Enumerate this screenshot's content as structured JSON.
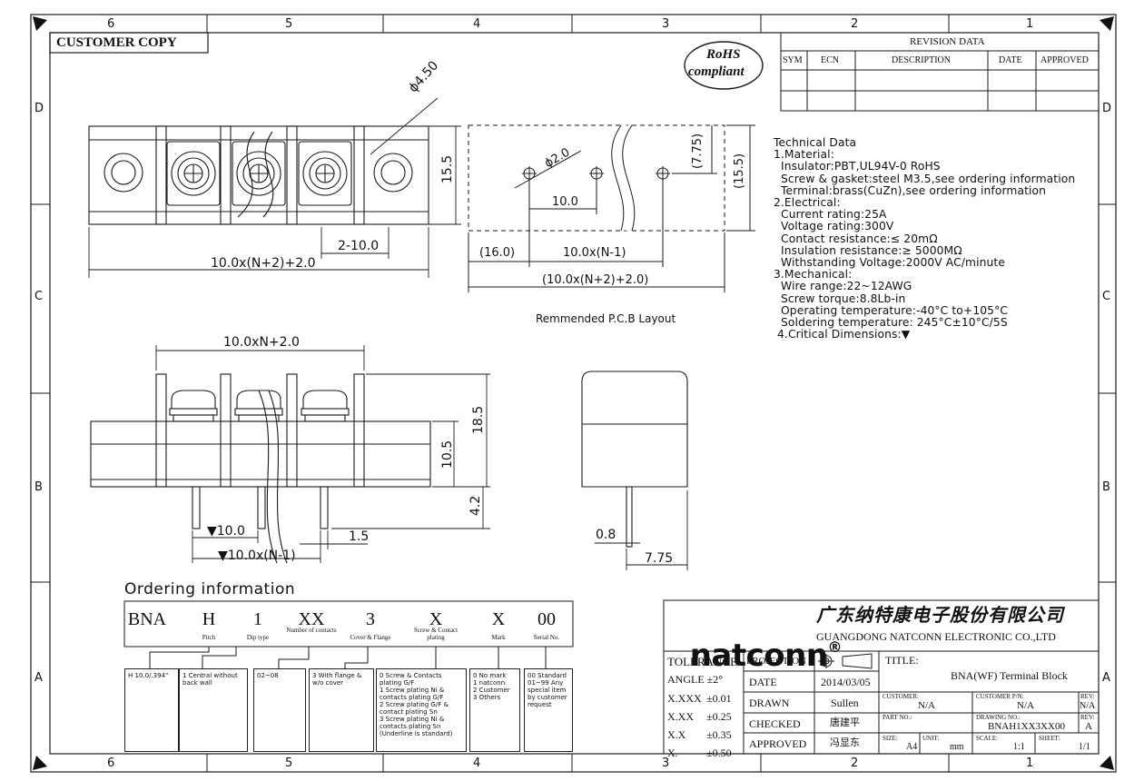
{
  "border": {
    "cols_top": [
      "6",
      "5",
      "4",
      "3",
      "2",
      "1"
    ],
    "cols_bottom": [
      "6",
      "5",
      "4",
      "3",
      "2",
      "1"
    ],
    "rows": [
      "D",
      "C",
      "B",
      "A"
    ]
  },
  "customer_copy": "CUSTOMER COPY",
  "rohs": {
    "line1": "RoHS",
    "line2": "compliant"
  },
  "revision": {
    "title": "REVISION DATA",
    "headers": [
      "SYM",
      "ECN",
      "DESCRIPTION",
      "DATE",
      "APPROVED"
    ]
  },
  "top_view": {
    "dia": "ϕ4.50",
    "width": "15.5",
    "pitch": "2-10.0",
    "total": "10.0x(N+2)+2.0"
  },
  "pcb": {
    "hole_dia": "ϕ2.0",
    "h1": "(7.75)",
    "h2": "(15.5)",
    "pitch": "10.0",
    "left": "(16.0)",
    "mid": "10.0x(N-1)",
    "total": "(10.0x(N+2)+2.0)",
    "caption": "Remmended P.C.B Layout"
  },
  "front_view": {
    "top": "10.0xN+2.0",
    "h1": "18.5",
    "h2": "10.5",
    "h3": "4.2",
    "pitch": "▼10.0",
    "pin": "1.5",
    "span": "▼10.0x(N-1)"
  },
  "side_view": {
    "d1": "0.8",
    "d2": "7.75"
  },
  "tech": {
    "lines": [
      "Technical Data",
      "1.Material:",
      "  Insulator:PBT,UL94V-0 RoHS",
      "  Screw & gasket:steel M3.5,see ordering information",
      "  Terminal:brass(CuZn),see ordering information",
      "2.Electrical:",
      "  Current rating:25A",
      "  Voltage rating:300V",
      "  Contact resistance:≤ 20mΩ",
      "  Insulation resistance:≥ 5000MΩ",
      "  Withstanding Voltage:2000V AC/minute",
      "3.Mechanical:",
      "  Wire range:22~12AWG",
      "  Screw torque:8.8Lb-in",
      "  Operating temperature:-40°C to+105°C",
      "  Soldering temperature: 245°C±10°C/5S",
      " 4.Critical Dimensions:▼"
    ]
  },
  "ordering": {
    "title": "Ordering information",
    "codes": [
      {
        "code": "BNA",
        "label": ""
      },
      {
        "code": "H",
        "label": "Pitch"
      },
      {
        "code": "1",
        "label": "Dip type"
      },
      {
        "code": "XX",
        "label": "Number of contacts"
      },
      {
        "code": "3",
        "label": "Cover & Flange"
      },
      {
        "code": "X",
        "label": "Screw & Contact plating"
      },
      {
        "code": "X",
        "label": "Mark"
      },
      {
        "code": "00",
        "label": "Serial No."
      }
    ],
    "boxes": [
      "H 10.0/.394\"",
      "1 Central without back wall",
      "02~08",
      "3 With flange & w/o cover",
      "0 Screw & Contacts plating G/F\n1 Screw plating Ni & contacts plating G/F\n2 Screw plating G/F & contact plating Sn\n3 Screw plating Ni & contacts plating Sn\n(Underline is standard)",
      "0 No mark\n1 natconn\n2 Customer\n3 Others",
      "00 Standard\n01~99 Any special item by customer request"
    ]
  },
  "title_block": {
    "brand": "natconn",
    "reg": "®",
    "cn_name": "广东纳特康电子股份有限公司",
    "en_name": "GUANGDONG NATCONN ELECTRONIC CO.,LTD",
    "tolerance": "TOLERANCE:",
    "angle": "ANGLE ±2°",
    "tol_rows": [
      {
        "k": "X.XXX",
        "v": "±0.01"
      },
      {
        "k": "X.XX",
        "v": "±0.25"
      },
      {
        "k": "X.X",
        "v": "±0.35"
      },
      {
        "k": "X.",
        "v": "±0.50"
      }
    ],
    "projection": "PROJECTION",
    "date_label": "DATE",
    "date": "2014/03/05",
    "drawn_label": "DRAWN",
    "drawn": "Sullen",
    "checked_label": "CHECKED",
    "checked": "唐建平",
    "approved_label": "APPROVED",
    "approved": "冯显东",
    "title_label": "TITLE:",
    "title": "BNA(WF) Terminal Block",
    "customer_label": "CUSTOMER:",
    "customer": "N/A",
    "customer_pn_label": "CUSTOMER P/N:",
    "customer_pn": "N/A",
    "rev_label": "REV:",
    "rev1": "N/A",
    "part_label": "PART NO.:",
    "drawing_label": "DRAWING NO.:",
    "drawing": "BNAH1XX3XX00",
    "rev2": "A",
    "size_label": "SIZE:",
    "size": "A4",
    "unit_label": "UNIT:",
    "unit": "mm",
    "scale_label": "SCALE:",
    "scale": "1:1",
    "sheet_label": "SHEET:",
    "sheet": "1/1"
  }
}
